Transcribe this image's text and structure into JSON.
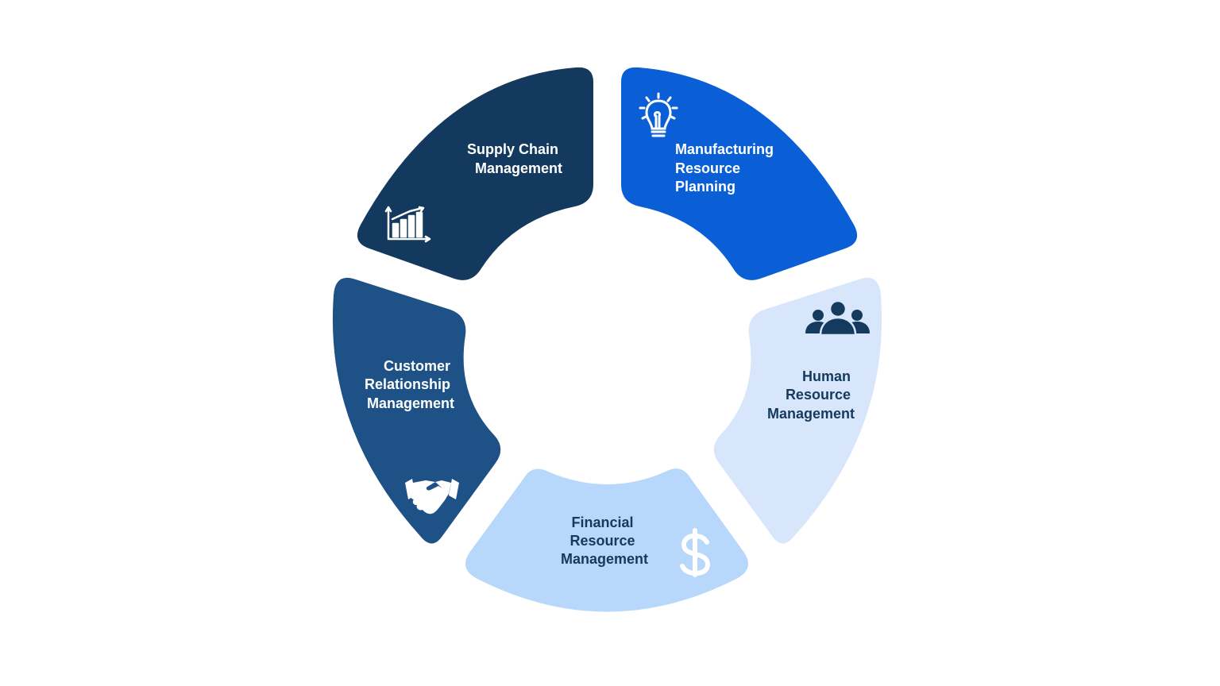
{
  "segments": [
    {
      "key": "supply",
      "lines": [
        "Supply Chain",
        "Management"
      ],
      "icon": "chart-growth-icon",
      "fill": "#133a5e",
      "text_color": "#ffffff",
      "icon_color": "#ffffff"
    },
    {
      "key": "manufacturing",
      "lines": [
        "Manufacturing",
        "Resource",
        "Planning"
      ],
      "icon": "lightbulb-icon",
      "fill": "#0a5fd6",
      "text_color": "#ffffff",
      "icon_color": "#ffffff"
    },
    {
      "key": "human",
      "lines": [
        "Human",
        "Resource",
        "Management"
      ],
      "icon": "people-group-icon",
      "fill": "#d8e6fc",
      "text_color": "#143a5e",
      "icon_color": "#143a5e"
    },
    {
      "key": "financial",
      "lines": [
        "Financial",
        "Resource",
        "Management"
      ],
      "icon": "dollar-icon",
      "fill": "#b7d8fa",
      "text_color": "#143a5e",
      "icon_color": "#ffffff"
    },
    {
      "key": "customer",
      "lines": [
        "Customer",
        "Relationship",
        "Management"
      ],
      "icon": "handshake-icon",
      "fill": "#1e5286",
      "text_color": "#ffffff",
      "icon_color": "#ffffff"
    }
  ]
}
